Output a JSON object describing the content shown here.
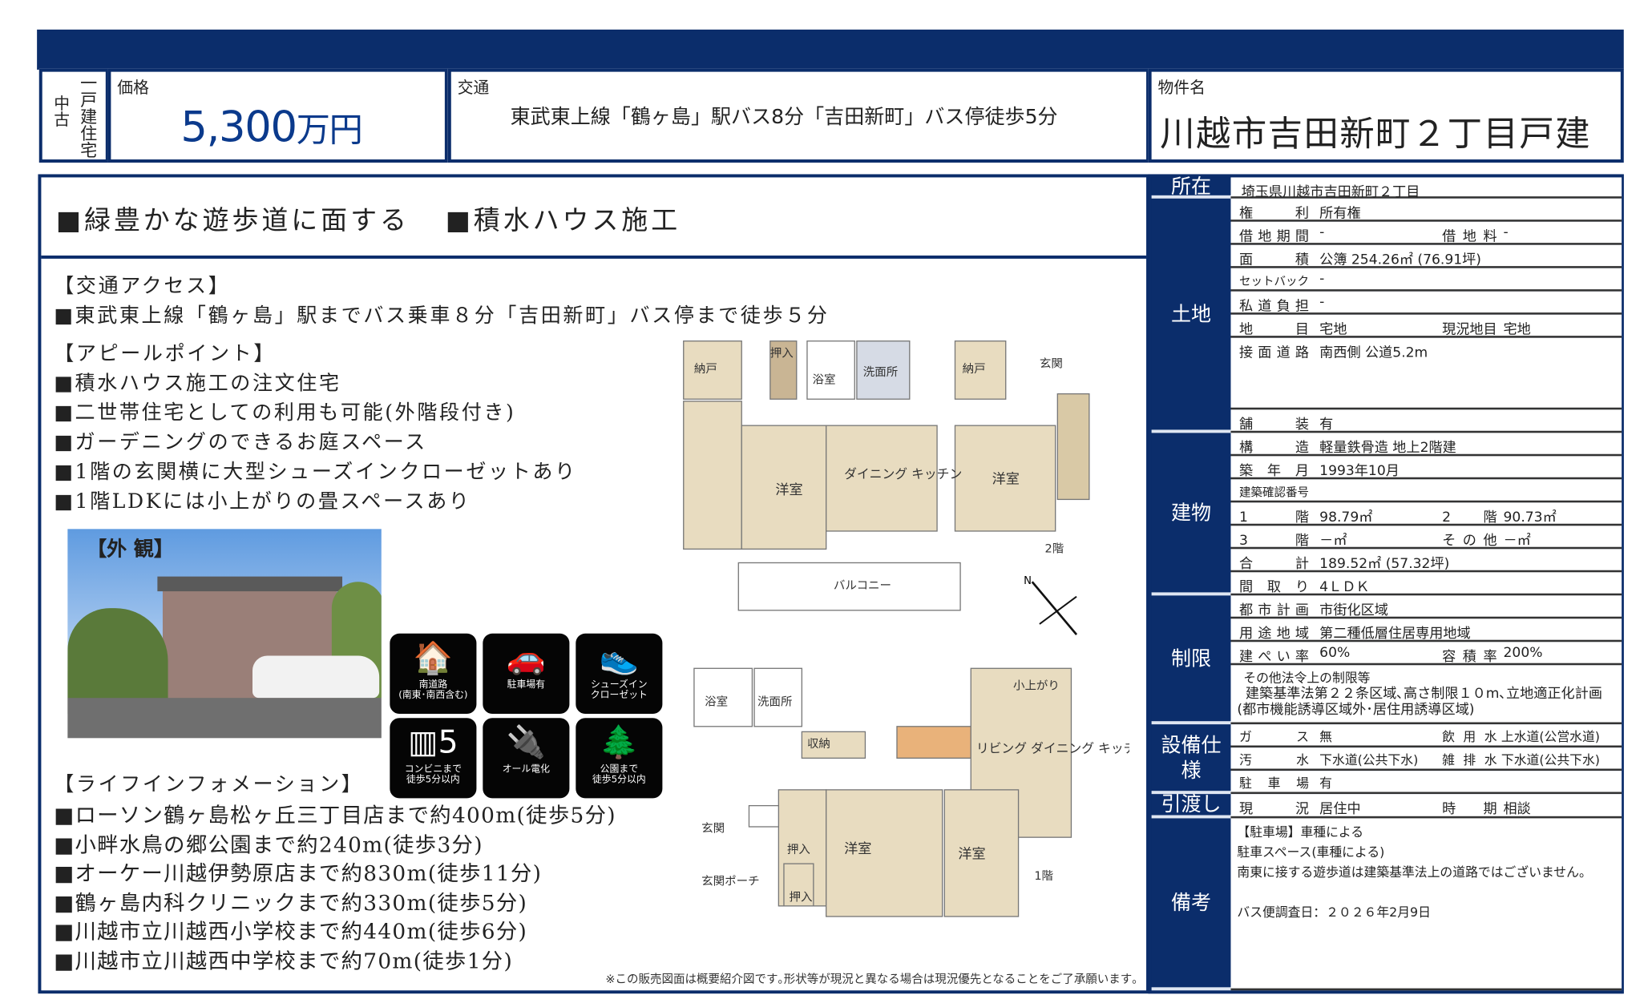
{
  "header": {
    "type_label": [
      "中古",
      "一戸建住宅"
    ],
    "price_label": "価格",
    "price_value": "5,300",
    "price_unit": "万円",
    "transport_label": "交通",
    "transport_value": "東武東上線「鶴ヶ島」駅バス8分「吉田新町」バス停徒歩5分",
    "name_label": "物件名",
    "name_value": "川越市吉田新町２丁目戸建"
  },
  "headline": [
    "■緑豊かな遊歩道に面する",
    "■積水ハウス施工"
  ],
  "access": {
    "title": "【交通アクセス】",
    "items": [
      "■東武東上線「鶴ヶ島」駅までバス乗車８分「吉田新町」バス停まで徒歩５分"
    ]
  },
  "appeal": {
    "title": "【アピールポイント】",
    "items": [
      "■積水ハウス施工の注文住宅",
      "■二世帯住宅としての利用も可能(外階段付き)",
      "■ガーデニングのできるお庭スペース",
      "■1階の玄関横に大型シューズインクローゼットあり",
      "■1階LDKには小上がりの畳スペースあり"
    ]
  },
  "photo_caption": "【外 観】",
  "icons": [
    {
      "name": "south-road-icon",
      "label": "南道路",
      "sub": "(南東･南西含む)",
      "glyph": "🏠"
    },
    {
      "name": "parking-icon",
      "label": "駐車場有",
      "sub": "",
      "glyph": "🚗"
    },
    {
      "name": "shoe-closet-icon",
      "label": "シューズイン",
      "sub": "クローゼット",
      "glyph": "👟"
    },
    {
      "name": "convenience-store-icon",
      "label": "コンビニまで",
      "sub": "徒歩5分以内",
      "glyph": "▥5"
    },
    {
      "name": "all-electric-icon",
      "label": "オール電化",
      "sub": "",
      "glyph": "🔌"
    },
    {
      "name": "park-icon",
      "label": "公園まで",
      "sub": "徒歩5分以内",
      "glyph": "🌲"
    }
  ],
  "life": {
    "title": "【ライフインフォメーション】",
    "items": [
      "■ローソン鶴ヶ島松ヶ丘三丁目店まで約400m(徒歩5分)",
      "■小畔水鳥の郷公園まで約240m(徒歩3分)",
      "■オーケー川越伊勢原店まで約830m(徒歩11分)",
      "■鶴ヶ島内科クリニックまで約330m(徒歩5分)",
      "■川越市立川越西小学校まで約440m(徒歩6分)",
      "■川越市立川越西中学校まで約70m(徒歩1分)"
    ]
  },
  "floorplan": {
    "floor2": {
      "label": "2階",
      "rooms": [
        "納戸",
        "浴室",
        "洗面所",
        "納戸",
        "洋室",
        "ダイニング キッチン",
        "洋室",
        "バルコニー",
        "押入",
        "玄関"
      ]
    },
    "floor1": {
      "label": "1階",
      "rooms": [
        "浴室",
        "洗面所",
        "収納",
        "リビング ダイニング キッチン",
        "洋室",
        "洋室",
        "玄関",
        "押入",
        "押入",
        "玄関ポーチ",
        "小上がり"
      ]
    }
  },
  "disclaimer": "※この販売図面は概要紹介図です｡形状等が現況と異なる場合は現況優先となることをご了承願います｡",
  "table": {
    "location": {
      "cat": "所在",
      "value": "埼玉県川越市吉田新町２丁目"
    },
    "land": {
      "cat": "土地",
      "rows": [
        {
          "k": "権利",
          "v": "所有権"
        },
        {
          "k": "借地期間",
          "v": "-",
          "k2": "借地料",
          "v2": "-"
        },
        {
          "k": "面積",
          "v": "公簿 254.26㎡ (76.91坪)"
        },
        {
          "k": "セットバック",
          "v": "-"
        },
        {
          "k": "私道負担",
          "v": "-"
        },
        {
          "k": "地目",
          "v": "宅地",
          "k2": "現況地目",
          "v2": "宅地"
        },
        {
          "k": "接面道路",
          "v": "南西側 公道5.2m"
        },
        {
          "k": "舗装",
          "v": "有"
        }
      ]
    },
    "building": {
      "cat": "建物",
      "rows": [
        {
          "k": "構造",
          "v": "軽量鉄骨造 地上2階建"
        },
        {
          "k": "築年月",
          "v": "1993年10月"
        },
        {
          "k": "建築確認番号",
          "v": ""
        },
        {
          "k": "1　階",
          "v": "98.79㎡",
          "k2": "2　階",
          "v2": "90.73㎡"
        },
        {
          "k": "3　階",
          "v": "－㎡",
          "k2": "その他",
          "v2": "－㎡"
        },
        {
          "k": "合計",
          "v": "189.52㎡ (57.32坪)"
        },
        {
          "k": "間取り",
          "v": "4ＬＤＫ"
        }
      ]
    },
    "restriction": {
      "cat": "制限",
      "rows": [
        {
          "k": "都市計画",
          "v": "市街化区域"
        },
        {
          "k": "用途地域",
          "v": "第二種低層住居専用地域"
        },
        {
          "k": "建ぺい率",
          "v": "60%",
          "k2": "容積率",
          "v2": "200%"
        }
      ],
      "other_label": "その他法令上の制限等",
      "other_value": "建築基準法第２２条区域､高さ制限１０m､立地適正化計画(都市機能誘導区域外･居住用誘導区域)"
    },
    "facility": {
      "cat": "設備仕様",
      "rows": [
        {
          "k": "ガス",
          "v": "無",
          "k2": "飲用水",
          "v2": "上水道(公営水道)"
        },
        {
          "k": "汚水",
          "v": "下水道(公共下水)",
          "k2": "雑排水",
          "v2": "下水道(公共下水)"
        },
        {
          "k": "駐車場",
          "v": "有"
        }
      ]
    },
    "handover": {
      "cat": "引渡し",
      "k": "現況",
      "v": "居住中",
      "k2": "時期",
      "v2": "相談"
    },
    "remarks": {
      "cat": "備考",
      "lines": [
        "【駐車場】車種による",
        "駐車スペース(車種による)",
        "南東に接する遊歩道は建築基準法上の道路ではございません。",
        "",
        "バス便調査日：２０２６年2月9日"
      ]
    }
  },
  "colors": {
    "navy": "#0b2d6b",
    "price": "#0b3a8c",
    "room": "#e8dcc0"
  }
}
